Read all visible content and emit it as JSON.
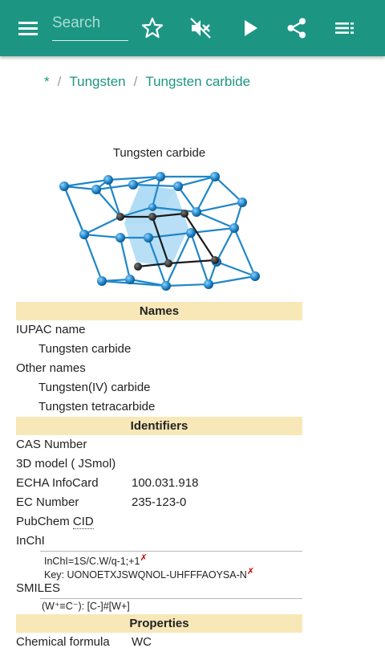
{
  "toolbar": {
    "search_placeholder": "Search",
    "icons": [
      "menu-icon",
      "star-icon",
      "volume-off-icon",
      "play-icon",
      "share-icon",
      "list-icon"
    ]
  },
  "breadcrumb": [
    "*",
    "Tungsten",
    "Tungsten carbide"
  ],
  "figure": {
    "caption": "Tungsten carbide"
  },
  "infobox": {
    "names": {
      "header": "Names",
      "iupac_label": "IUPAC name",
      "iupac_value": "Tungsten carbide",
      "other_label": "Other names",
      "other_values": [
        "Tungsten(IV) carbide",
        "Tungsten tetracarbide"
      ]
    },
    "identifiers": {
      "header": "Identifiers",
      "cas": "CAS Number",
      "jsmol": "3D model ( JSmol)",
      "echa_label": "ECHA InfoCard",
      "echa_value": "100.031.918",
      "ec_label": "EC Number",
      "ec_value": "235-123-0",
      "pubchem_label": "PubChem",
      "pubchem_abbr": "CID",
      "inchi_label": "InChI",
      "inchi_value": "InChI=1S/C.W/q-1;+1",
      "inchi_key": "Key: UONOETXJSWQNOL-UHFFFAOYSA-N",
      "mark": "✗",
      "smiles_label": "SMILES",
      "smiles_value": "(W⁺≡C⁻): [C-]#[W+]"
    },
    "properties": {
      "header": "Properties",
      "chem_formula_label": "Chemical formula",
      "chem_formula_value": "WC"
    }
  },
  "colors": {
    "accent": "#1c9683",
    "header_bg": "#f8e8b8",
    "molecule_blue": "#1f86c8",
    "molecule_black": "#1b1b1b"
  }
}
